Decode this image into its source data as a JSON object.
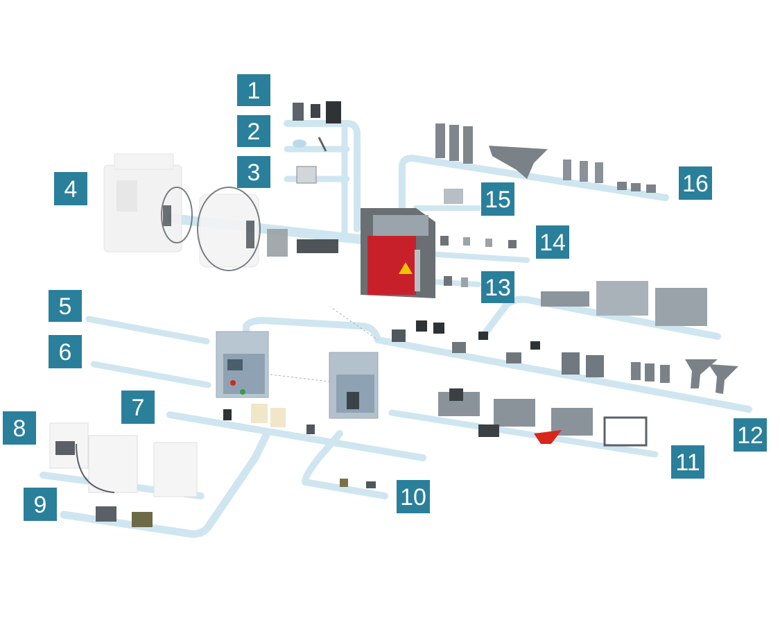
{
  "diagram": {
    "colors": {
      "badge": "#2a7f9b",
      "rail_fill": "#cfe6f1",
      "rail_edge": "#a8c8d8",
      "part_gray": "#8f979e",
      "part_dark": "#4d5459",
      "breaker_body": "#b8c6d2",
      "breaker_face": "#8fa2b3",
      "panel_red": "#c8202a",
      "ghost": "#eeeeee",
      "warning_yellow": "#f2c200",
      "handle_red": "#d9261c"
    },
    "labels": [
      "1",
      "2",
      "3",
      "4",
      "5",
      "6",
      "7",
      "8",
      "9",
      "10",
      "11",
      "12",
      "13",
      "14",
      "15",
      "16"
    ]
  }
}
